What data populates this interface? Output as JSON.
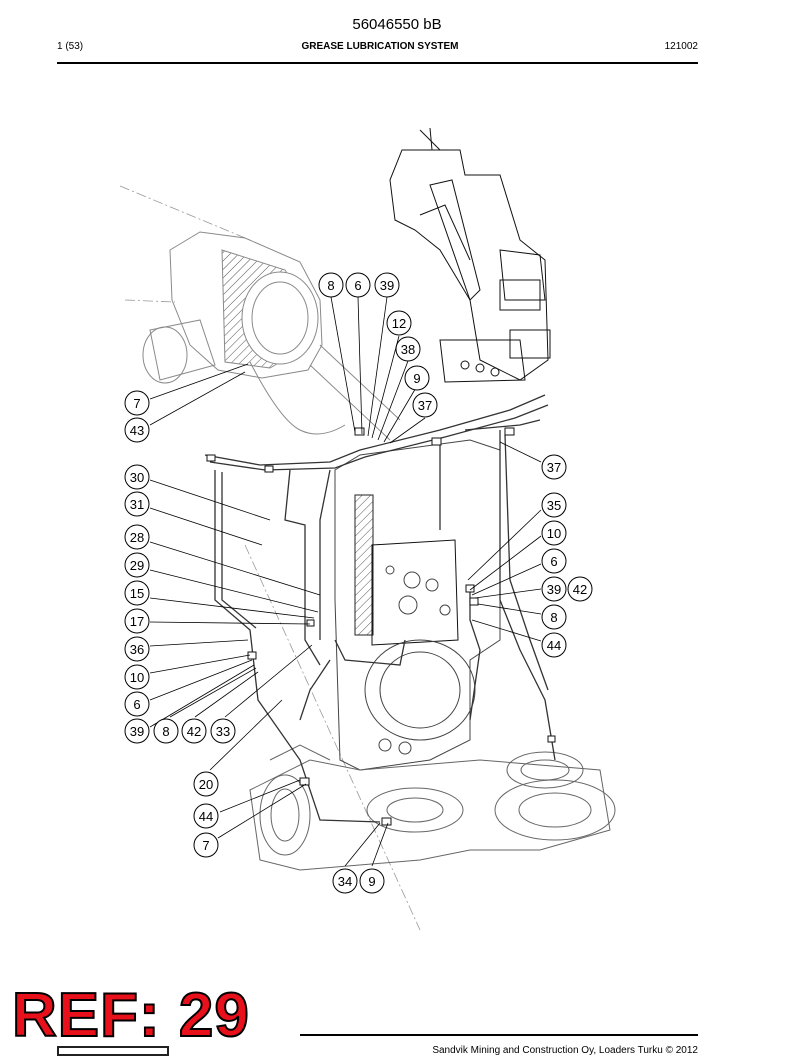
{
  "header": {
    "doc_number": "56046550 bB",
    "page_info": "1 (53)",
    "section_title": "GREASE LUBRICATION SYSTEM",
    "date_code": "121002"
  },
  "callouts": [
    {
      "label": "8"
    },
    {
      "label": "6"
    },
    {
      "label": "39"
    },
    {
      "label": "12"
    },
    {
      "label": "38"
    },
    {
      "label": "9"
    },
    {
      "label": "37"
    },
    {
      "label": "7"
    },
    {
      "label": "43"
    },
    {
      "label": "37"
    },
    {
      "label": "30"
    },
    {
      "label": "31"
    },
    {
      "label": "35"
    },
    {
      "label": "10"
    },
    {
      "label": "28"
    },
    {
      "label": "6"
    },
    {
      "label": "29"
    },
    {
      "label": "39"
    },
    {
      "label": "42"
    },
    {
      "label": "15"
    },
    {
      "label": "8"
    },
    {
      "label": "17"
    },
    {
      "label": "44"
    },
    {
      "label": "36"
    },
    {
      "label": "10"
    },
    {
      "label": "6"
    },
    {
      "label": "39"
    },
    {
      "label": "8"
    },
    {
      "label": "42"
    },
    {
      "label": "33"
    },
    {
      "label": "20"
    },
    {
      "label": "44"
    },
    {
      "label": "7"
    },
    {
      "label": "34"
    },
    {
      "label": "9"
    }
  ],
  "ref_stamp": "REF: 29",
  "footer": {
    "copyright": "Sandvik Mining and Construction Oy, Loaders Turku © 2012"
  }
}
